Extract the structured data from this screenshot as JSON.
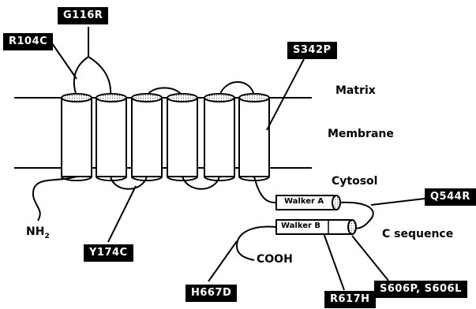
{
  "regions": {
    "matrix": "Matrix",
    "membrane": "Membrane",
    "cytosol": "Cytosol"
  },
  "termini": {
    "n_terminus": "NH",
    "n_terminus_sub": "2",
    "c_terminus": "COOH"
  },
  "domains": {
    "walker_a": "Walker A",
    "walker_b": "Walker B",
    "c_sequence": "C sequence"
  },
  "mutations": {
    "g116r": "G116R",
    "r104c": "R104C",
    "s342p": "S342P",
    "q544r": "Q544R",
    "y174c": "Y174C",
    "h667d": "H667D",
    "r617h": "R617H",
    "s606p_s606l": "S606P, S606L"
  }
}
